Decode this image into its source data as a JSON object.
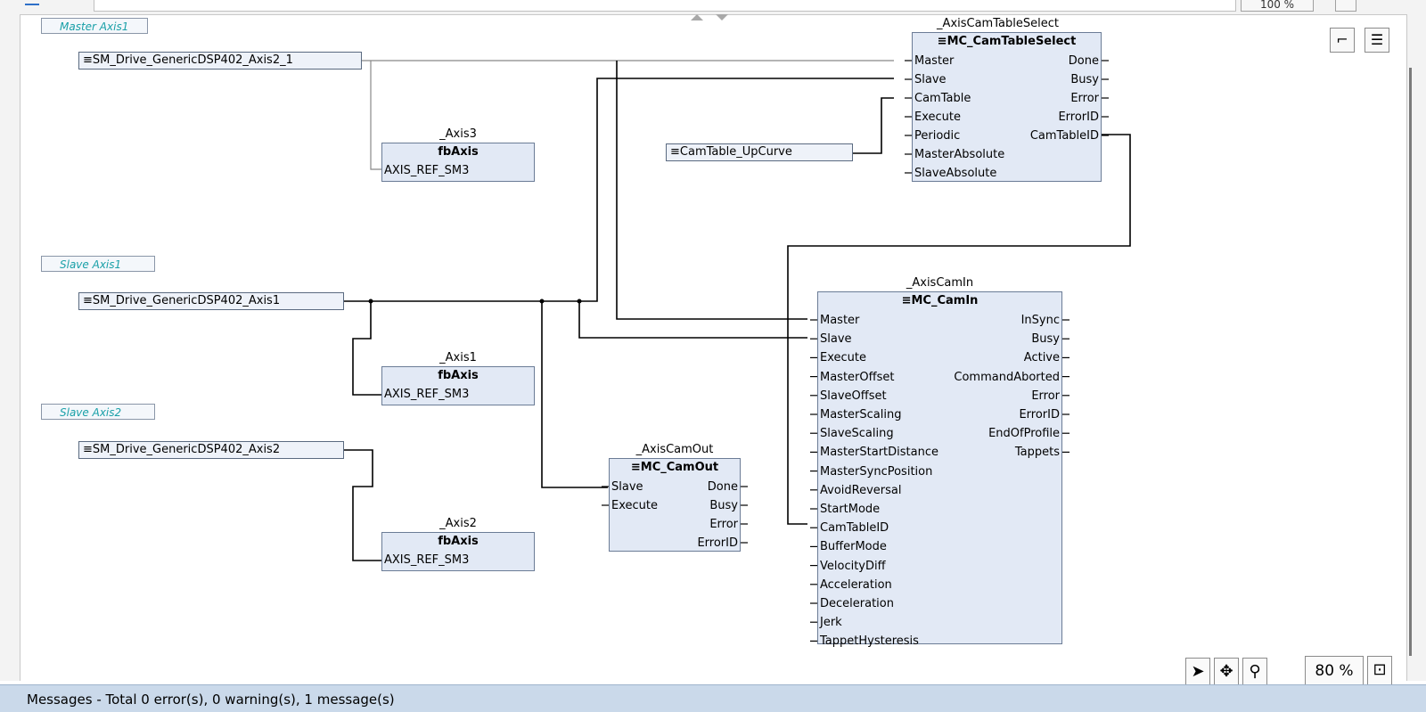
{
  "top": {
    "zoom_label": "100 %"
  },
  "comments": {
    "master_axis": "Master Axis1",
    "slave_axis1": "Slave Axis1",
    "slave_axis2": "Slave Axis2"
  },
  "variables": {
    "master_drive": "SM_Drive_GenericDSP402_Axis2_1",
    "slave1_drive": "SM_Drive_GenericDSP402_Axis1",
    "slave2_drive": "SM_Drive_GenericDSP402_Axis2",
    "cam_table": "CamTable_UpCurve"
  },
  "var_prefix_icon": "≡",
  "blocks": {
    "axis3": {
      "instance": "_Axis3",
      "type": "fbAxis",
      "pin": "AXIS_REF_SM3"
    },
    "axis1": {
      "instance": "_Axis1",
      "type": "fbAxis",
      "pin": "AXIS_REF_SM3"
    },
    "axis2": {
      "instance": "_Axis2",
      "type": "fbAxis",
      "pin": "AXIS_REF_SM3"
    },
    "camtableselect": {
      "instance": "_AxisCamTableSelect",
      "type": "MC_CamTableSelect",
      "inputs": [
        "Master",
        "Slave",
        "CamTable",
        "Execute",
        "Periodic",
        "MasterAbsolute",
        "SlaveAbsolute"
      ],
      "outputs": [
        "Done",
        "Busy",
        "Error",
        "ErrorID",
        "CamTableID"
      ]
    },
    "camin": {
      "instance": "_AxisCamIn",
      "type": "MC_CamIn",
      "inputs": [
        "Master",
        "Slave",
        "Execute",
        "MasterOffset",
        "SlaveOffset",
        "MasterScaling",
        "SlaveScaling",
        "MasterStartDistance",
        "MasterSyncPosition",
        "AvoidReversal",
        "StartMode",
        "CamTableID",
        "BufferMode",
        "VelocityDiff",
        "Acceleration",
        "Deceleration",
        "Jerk",
        "TappetHysteresis"
      ],
      "outputs": [
        "InSync",
        "Busy",
        "Active",
        "CommandAborted",
        "Error",
        "ErrorID",
        "EndOfProfile",
        "Tappets"
      ]
    },
    "camout": {
      "instance": "_AxisCamOut",
      "type": "MC_CamOut",
      "inputs": [
        "Slave",
        "Execute"
      ],
      "outputs": [
        "Done",
        "Busy",
        "Error",
        "ErrorID"
      ]
    }
  },
  "toolbar": {
    "zoom": "80 %",
    "select_icon": "arrow-pointer-icon",
    "pan_icon": "move-icon",
    "zoom_icon": "magnifier-icon"
  },
  "statusbar": {
    "text": "Messages - Total 0 error(s), 0 warning(s), 1 message(s)"
  },
  "colors": {
    "block_fill": "#e2e9f5",
    "comment_text": "#1aa0a8",
    "statusbar": "#cad9ea"
  }
}
